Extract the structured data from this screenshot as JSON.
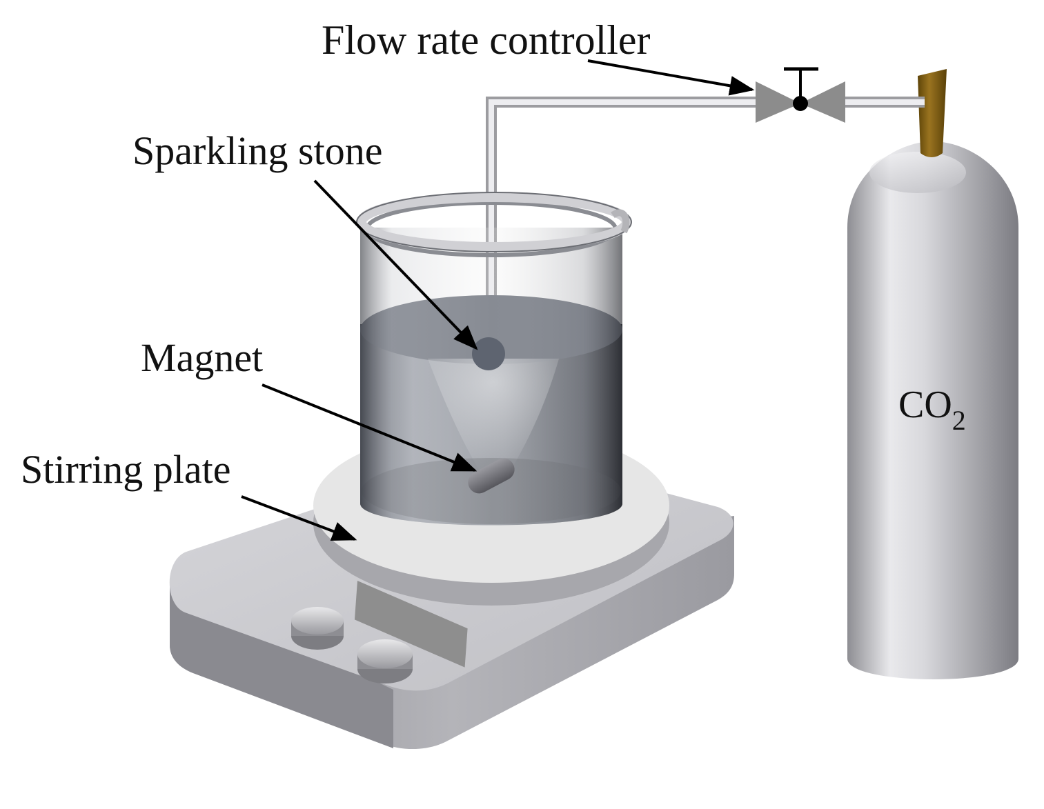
{
  "labels": {
    "flow_rate_controller": "Flow rate controller",
    "sparkling_stone": "Sparkling stone",
    "magnet": "Magnet",
    "stirring_plate": "Stirring plate",
    "cylinder_gas": "CO",
    "cylinder_gas_subscript": "2"
  },
  "colors": {
    "metal": "#b9b9be",
    "liquid": "#7a7f8a",
    "valve": "#8c8c8c",
    "cap": "#7a5a12",
    "plate_top": "#e6e6e6"
  }
}
